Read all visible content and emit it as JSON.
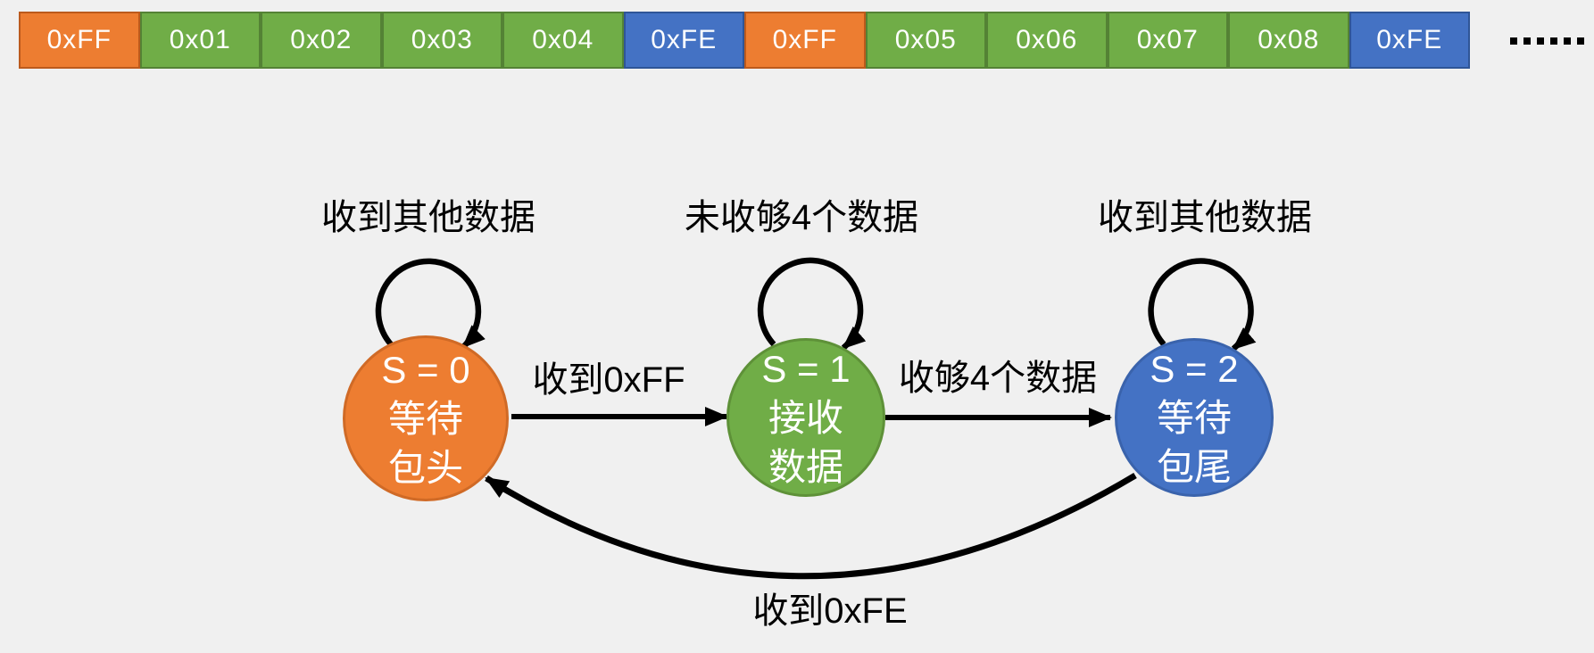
{
  "colors": {
    "background": "#F0F0F0",
    "header_orange": "#ED7D31",
    "data_green": "#70AD47",
    "tail_blue": "#4472C4",
    "header_border": "#BC5A1C",
    "data_border": "#548235",
    "tail_border": "#2F5597",
    "arrow_black": "#000000",
    "state_text": "#FFFFFF",
    "label_text": "#000000"
  },
  "byte_stream": {
    "cells": [
      {
        "label": "0xFF",
        "type": "header"
      },
      {
        "label": "0x01",
        "type": "data"
      },
      {
        "label": "0x02",
        "type": "data"
      },
      {
        "label": "0x03",
        "type": "data"
      },
      {
        "label": "0x04",
        "type": "data"
      },
      {
        "label": "0xFE",
        "type": "tail"
      },
      {
        "label": "0xFF",
        "type": "header"
      },
      {
        "label": "0x05",
        "type": "data"
      },
      {
        "label": "0x06",
        "type": "data"
      },
      {
        "label": "0x07",
        "type": "data"
      },
      {
        "label": "0x08",
        "type": "data"
      },
      {
        "label": "0xFE",
        "type": "tail"
      }
    ],
    "ellipsis_dot_count": 6
  },
  "state_machine": {
    "states": [
      {
        "id": "S0",
        "lines": [
          "S = 0",
          "等待",
          "包头"
        ],
        "color": "#ED7D31",
        "self_loop_label": "收到其他数据"
      },
      {
        "id": "S1",
        "lines": [
          "S = 1",
          "接收",
          "数据"
        ],
        "color": "#70AD47",
        "self_loop_label": "未收够4个数据"
      },
      {
        "id": "S2",
        "lines": [
          "S = 2",
          "等待",
          "包尾"
        ],
        "color": "#4472C4",
        "self_loop_label": "收到其他数据"
      }
    ],
    "transitions": [
      {
        "from": "S0",
        "to": "S1",
        "label": "收到0xFF"
      },
      {
        "from": "S1",
        "to": "S2",
        "label": "收够4个数据"
      },
      {
        "from": "S2",
        "to": "S0",
        "label": "收到0xFE"
      }
    ]
  }
}
